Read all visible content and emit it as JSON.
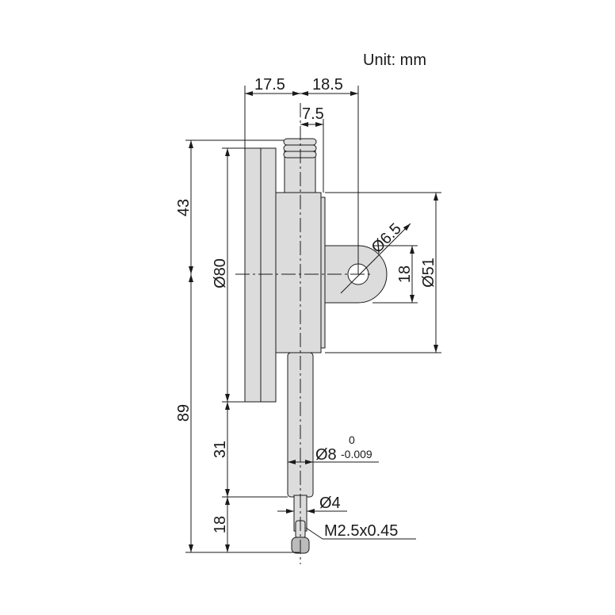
{
  "unit_label": "Unit: mm",
  "dimensions": {
    "width_left": "17.5",
    "width_right": "18.5",
    "stem_offset": "7.5",
    "top_height": "43",
    "total_height": "89",
    "dial_diameter": "Ø80",
    "spindle_length": "31",
    "tip_length": "18",
    "back_diameter": "Ø51",
    "lug_height": "18",
    "lug_hole": "Ø6.5",
    "spindle_diameter": "Ø8",
    "spindle_tol_upper": "0",
    "spindle_tol_lower": "-0.009",
    "tip_diameter": "Ø4",
    "thread": "M2.5x0.45"
  },
  "colors": {
    "part_fill": "#dcdcdc",
    "line": "#1a1a1a"
  }
}
